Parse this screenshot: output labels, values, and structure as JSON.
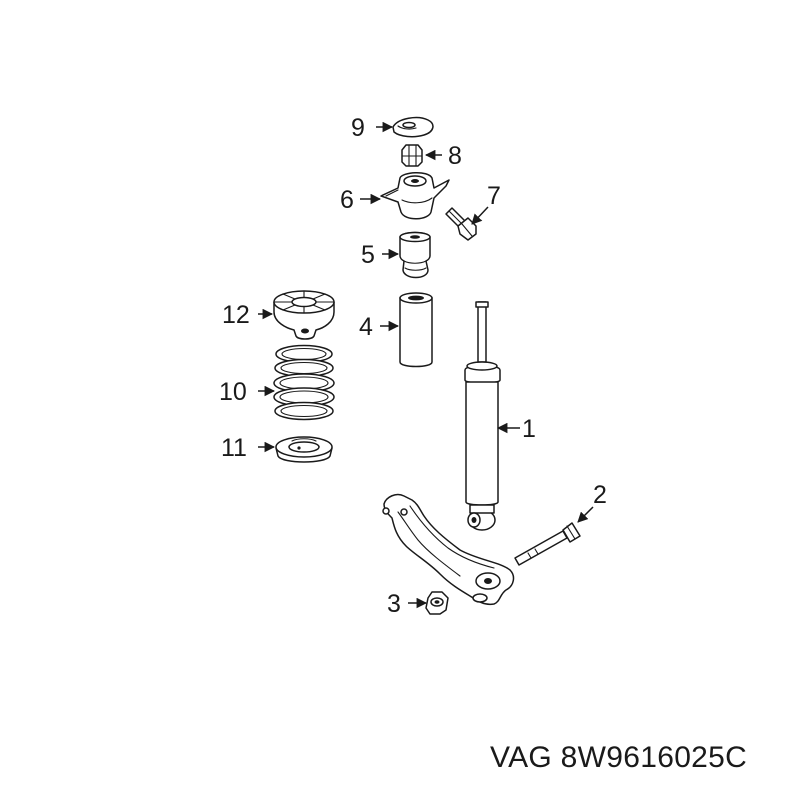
{
  "callouts": {
    "shock_absorber": "1",
    "bolt": "2",
    "nut": "3",
    "dust_boot": "4",
    "bump_stop": "5",
    "upper_mount": "6",
    "mount_bolt": "7",
    "mount_nut": "8",
    "retainer_washer": "9",
    "coil_spring": "10",
    "lower_spring_seat": "11",
    "upper_spring_seat": "12"
  },
  "caption": "VAG 8W9616025C"
}
